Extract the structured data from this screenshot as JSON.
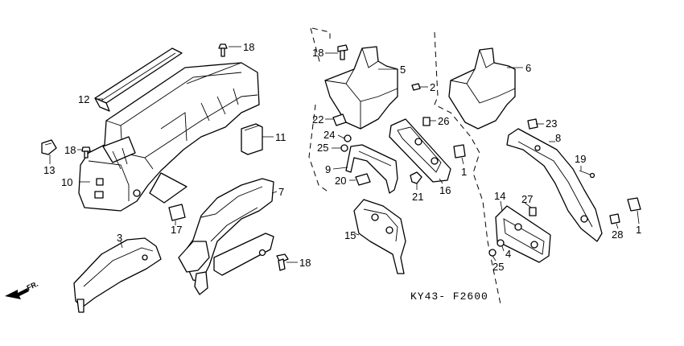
{
  "diagram": {
    "type": "exploded parts diagram",
    "reference_code": "KY43- F2600",
    "direction_label": "FR.",
    "callouts": [
      {
        "id": "c18a",
        "label": "18"
      },
      {
        "id": "c12",
        "label": "12"
      },
      {
        "id": "c13",
        "label": "13"
      },
      {
        "id": "c18b",
        "label": "18"
      },
      {
        "id": "c10",
        "label": "10"
      },
      {
        "id": "c11",
        "label": "11"
      },
      {
        "id": "c7",
        "label": "7"
      },
      {
        "id": "c17",
        "label": "17"
      },
      {
        "id": "c3",
        "label": "3"
      },
      {
        "id": "c18c",
        "label": "18"
      },
      {
        "id": "c18d",
        "label": "18"
      },
      {
        "id": "c5",
        "label": "5"
      },
      {
        "id": "c2",
        "label": "2"
      },
      {
        "id": "c22",
        "label": "22"
      },
      {
        "id": "c26",
        "label": "26"
      },
      {
        "id": "c24",
        "label": "24"
      },
      {
        "id": "c25a",
        "label": "25"
      },
      {
        "id": "c9",
        "label": "9"
      },
      {
        "id": "c20",
        "label": "20"
      },
      {
        "id": "c21",
        "label": "21"
      },
      {
        "id": "c16",
        "label": "16"
      },
      {
        "id": "c1a",
        "label": "1"
      },
      {
        "id": "c15",
        "label": "15"
      },
      {
        "id": "c6",
        "label": "6"
      },
      {
        "id": "c23",
        "label": "23"
      },
      {
        "id": "c8",
        "label": "8"
      },
      {
        "id": "c19",
        "label": "19"
      },
      {
        "id": "c14",
        "label": "14"
      },
      {
        "id": "c27",
        "label": "27"
      },
      {
        "id": "c4",
        "label": "4"
      },
      {
        "id": "c25b",
        "label": "25"
      },
      {
        "id": "c28",
        "label": "28"
      },
      {
        "id": "c1b",
        "label": "1"
      }
    ]
  }
}
